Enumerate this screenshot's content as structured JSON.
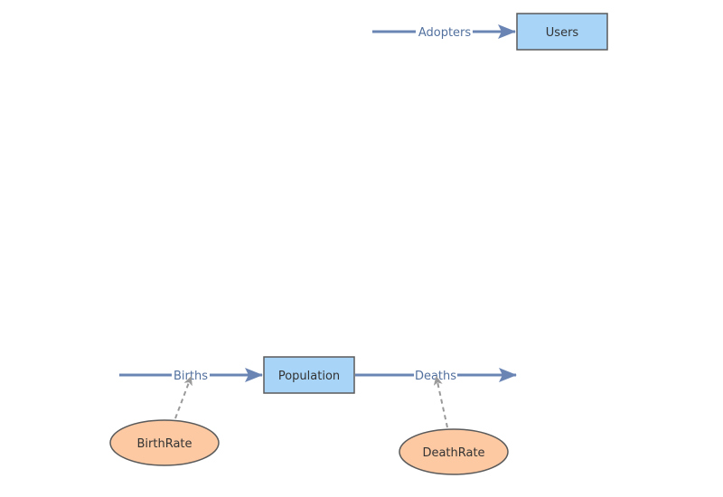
{
  "diagram": {
    "stocks": {
      "users": "Users",
      "population": "Population"
    },
    "flows": {
      "adopters": "Adopters",
      "births": "Births",
      "deaths": "Deaths"
    },
    "converters": {
      "birth_rate": "BirthRate",
      "death_rate": "DeathRate"
    },
    "colors": {
      "flow": "#6a85b4",
      "flow_text": "#52709e",
      "stock_fill": "#a8d4f8",
      "stock_stroke": "#5a5a5a",
      "converter_fill": "#fcc9a3",
      "converter_stroke": "#5a5a5a",
      "link": "#9a9a9a",
      "text": "#333333"
    }
  }
}
